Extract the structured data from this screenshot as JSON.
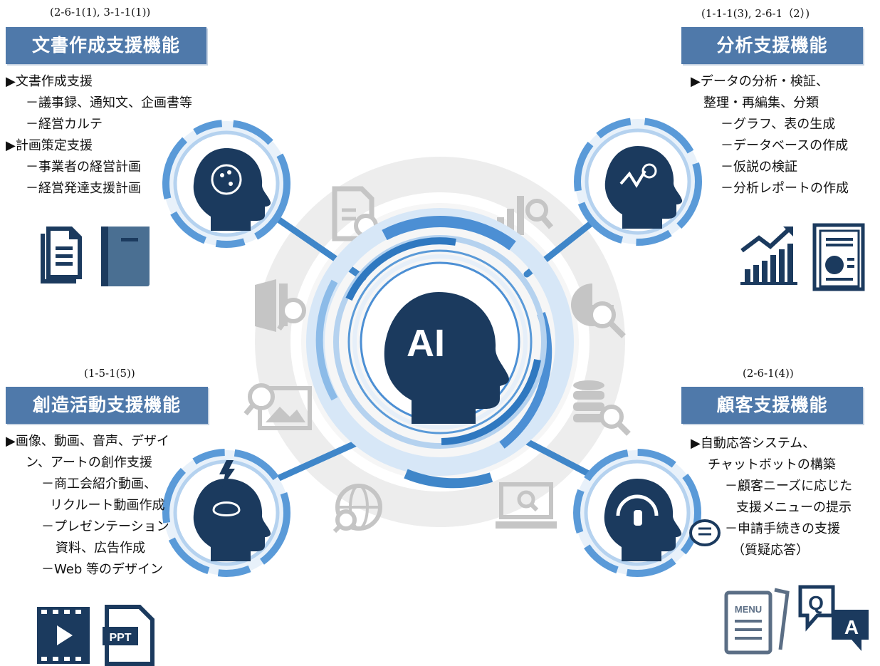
{
  "center": {
    "label": "AI"
  },
  "functions": [
    {
      "ref": "(2-6-1(1), 3-1-1(1))",
      "title": "文書作成支援機能",
      "lines": [
        "▶文書作成支援",
        "－議事録、通知文、企画書等",
        "－経営カルテ",
        "▶計画策定支援",
        "－事業者の経営計画",
        "－経営発達支援計画"
      ],
      "icons": [
        "document-icon",
        "book-icon"
      ]
    },
    {
      "ref": "(1-1-1(3), 2-6-1（2）)",
      "title": "分析支援機能",
      "lines": [
        "▶データの分析・検証、",
        "整理・再編集、分類",
        "－グラフ、表の生成",
        "－データベースの作成",
        "－仮説の検証",
        "－分析レポートの作成"
      ],
      "icons": [
        "growth-chart-icon",
        "report-icon"
      ]
    },
    {
      "ref": "(1-5-1(5))",
      "title": "創造活動支援機能",
      "lines": [
        "▶画像、動画、音声、デザイ",
        "ン、アートの創作支援",
        "－商工会紹介動画、",
        "リクルート動画作成",
        "－プレゼンテーション",
        "資料、広告作成",
        "－Web 等のデザイン"
      ],
      "icons": [
        "video-icon",
        "ppt-file-icon"
      ]
    },
    {
      "ref": "(2-6-1(4))",
      "title": "顧客支援機能",
      "lines": [
        "▶自動応答システム、",
        "チャットボットの構築",
        "－顧客ニーズに応じた",
        "支援メニューの提示",
        "－申請手続きの支援",
        "（質疑応答）"
      ],
      "icons": [
        "menu-icon",
        "qa-chat-icon"
      ]
    }
  ],
  "menu_icon_label": "MENU",
  "ppt_icon_label": "PPT",
  "qa_q": "Q",
  "qa_a": "A",
  "colors": {
    "navy": "#1b3a5e",
    "title_bg": "#4f79aa",
    "ring_blue": "#5a9ad8",
    "ring_light": "#b5d2ef",
    "grey_icon": "#c5c5c5"
  }
}
